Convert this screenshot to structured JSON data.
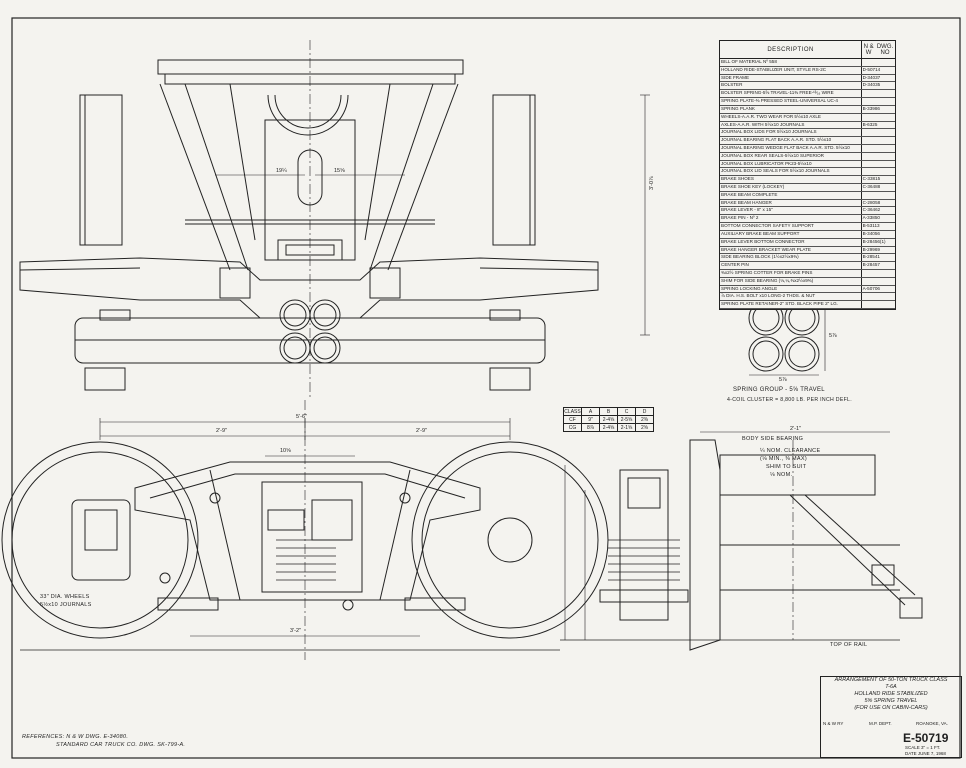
{
  "bom": {
    "header_desc": "DESCRIPTION",
    "header_no_line1": "N & W",
    "header_no_line2": "DWG. NO",
    "rows": [
      {
        "desc": "BILL OF MATERIAL  Nº 558",
        "no": ""
      },
      {
        "desc": "HOLLAND RIDE-STABILIZER UNIT, STYLE RS-2C",
        "no": "D-50714"
      },
      {
        "desc": "SIDE FRAME",
        "no": "D-34037"
      },
      {
        "desc": "BOLSTER",
        "no": "D-34035"
      },
      {
        "desc": "BOLSTER SPRING-5⅝ TRAVEL-11⅜ FREE-¹³⁄₁₆ WIRE",
        "no": ""
      },
      {
        "desc": "SPRING PLATE-⅜ PRESSED STEEL-UNIVERSAL UC-4",
        "no": ""
      },
      {
        "desc": "SPRING PLANK",
        "no": "B-33986"
      },
      {
        "desc": "WHEELS-A.A.R. TWO WEAR FOR 5½x10 AXLE",
        "no": ""
      },
      {
        "desc": "AXLES-A.A.R. WITH 5½x10 JOURNALS",
        "no": "B-6325"
      },
      {
        "desc": "JOURNAL BOX LIDS FOR 5½x10 JOURNALS",
        "no": ""
      },
      {
        "desc": "JOURNAL BEARING FLAT BACK A.A.R. STD. 5½x10",
        "no": ""
      },
      {
        "desc": "JOURNAL BEARING WEDGE FLAT BACK A.A.R. STD. 5½x10",
        "no": ""
      },
      {
        "desc": "JOURNAL BOX REAR SEALS-5½x10 SUPERIOR",
        "no": ""
      },
      {
        "desc": "JOURNAL BOX LUBRICATOR PK23-5½x10",
        "no": ""
      },
      {
        "desc": "JOURNAL BOX LID SEALS FOR 5½x10 JOURNALS",
        "no": ""
      },
      {
        "desc": "BRAKE SHOES",
        "no": "C-33815"
      },
      {
        "desc": "BRAKE SHOE KEY (LOCKEY)",
        "no": "C-36488"
      },
      {
        "desc": "BRAKE BEAM COMPLETE",
        "no": ""
      },
      {
        "desc": "BRAKE BEAM HANGER",
        "no": "C-28058"
      },
      {
        "desc": "BRAKE LEVER - 8\" x 15\"",
        "no": "C-36462"
      },
      {
        "desc": "BRAKE PIN - Nº 2",
        "no": "A-33850"
      },
      {
        "desc": "BOTTOM CONNECTOR SAFETY SUPPORT",
        "no": "B-53113"
      },
      {
        "desc": "AUXILIARY BRAKE BEAM SUPPORT",
        "no": "B-34056"
      },
      {
        "desc": "BRAKE LEVER BOTTOM CONNECTOR",
        "no": "B-28456(1)"
      },
      {
        "desc": "BRAKE HANGER BRACKET WEAR PLATE",
        "no": "B-29969"
      },
      {
        "desc": "SIDE BEARING BLOCK (1½x2½x9⅜)",
        "no": "B-28541"
      },
      {
        "desc": "CENTER PIN",
        "no": "B-28457"
      },
      {
        "desc": "⅜x2½ SPRING COTTER FOR BRAKE PINS",
        "no": ""
      },
      {
        "desc": "SHIM FOR SIDE BEARING (⅛,¼,⅜x2½x9⅜)",
        "no": ""
      },
      {
        "desc": "SPRING LOCKING ANGLE",
        "no": "A-50706"
      },
      {
        "desc": "⅞ DIA. H.S. BOLT x10 LONG-2 THDS. & NUT",
        "no": ""
      },
      {
        "desc": "SPRING PLATE RETAINER-2\" STD. BLACK PIPE 2\" LG.",
        "no": ""
      }
    ]
  },
  "spring_group": {
    "caption": "SPRING GROUP - 5⅝ TRAVEL",
    "note": "4-COIL CLUSTER = 8,800 LB. PER INCH DEFL.",
    "dim_bottom": "5⅞",
    "dim_side": "5⅞"
  },
  "class_table": {
    "headers": [
      "CLASS",
      "A",
      "B",
      "C",
      "D"
    ],
    "rows": [
      [
        "CF",
        "9\"",
        "2-4⅝",
        "2-5⅝",
        "2⅜"
      ],
      [
        "CG",
        "8⅞",
        "2-4⅝",
        "2-1⅝",
        "2⅝"
      ]
    ]
  },
  "side_view": {
    "overall": "5'-6\"",
    "half_left": "2'-9\"",
    "half_right": "2'-9\"",
    "center_dim": "10⅝",
    "bottom_dim": "3'-2\"",
    "wheel_note_1": "33\" DIA. WHEELS",
    "wheel_note_2": "5½x10 JOURNALS"
  },
  "plan_view": {
    "dim_left": "19¼",
    "dim_right": "15⅝",
    "height_dim": "3'-0⅞"
  },
  "section_view": {
    "body_side_bearing": "BODY SIDE BEARING",
    "clearance_1": "¼ NOM. CLEARANCE",
    "clearance_2": "(⅛ MIN., ⅜ MAX)",
    "shim_1": "SHIM TO SUIT",
    "shim_2": "⅛ NOM.",
    "top_of_rail": "TOP OF RAIL",
    "dim_top": "2'-1\""
  },
  "references": {
    "line1": "REFERENCES: N & W DWG. E-34080.",
    "line2": "STANDARD CAR TRUCK CO. DWG. SK-799-A."
  },
  "title_block": {
    "line1": "ARRANGEMENT OF 50-TON TRUCK CLASS",
    "line2": "T-6A",
    "line3": "HOLLAND RIDE STABILIZED",
    "line4": "5⅝ SPRING TRAVEL",
    "line5": "(FOR USE ON CABIN-CARS)",
    "railway": "N & W RY",
    "dept": "M.P. DEPT.",
    "location": "ROANOKE, VA.",
    "drawing_no": "E-50719",
    "scale": "SCALE 3\" = 1 FT.",
    "date": "DATE JUNE 7, 1968"
  }
}
